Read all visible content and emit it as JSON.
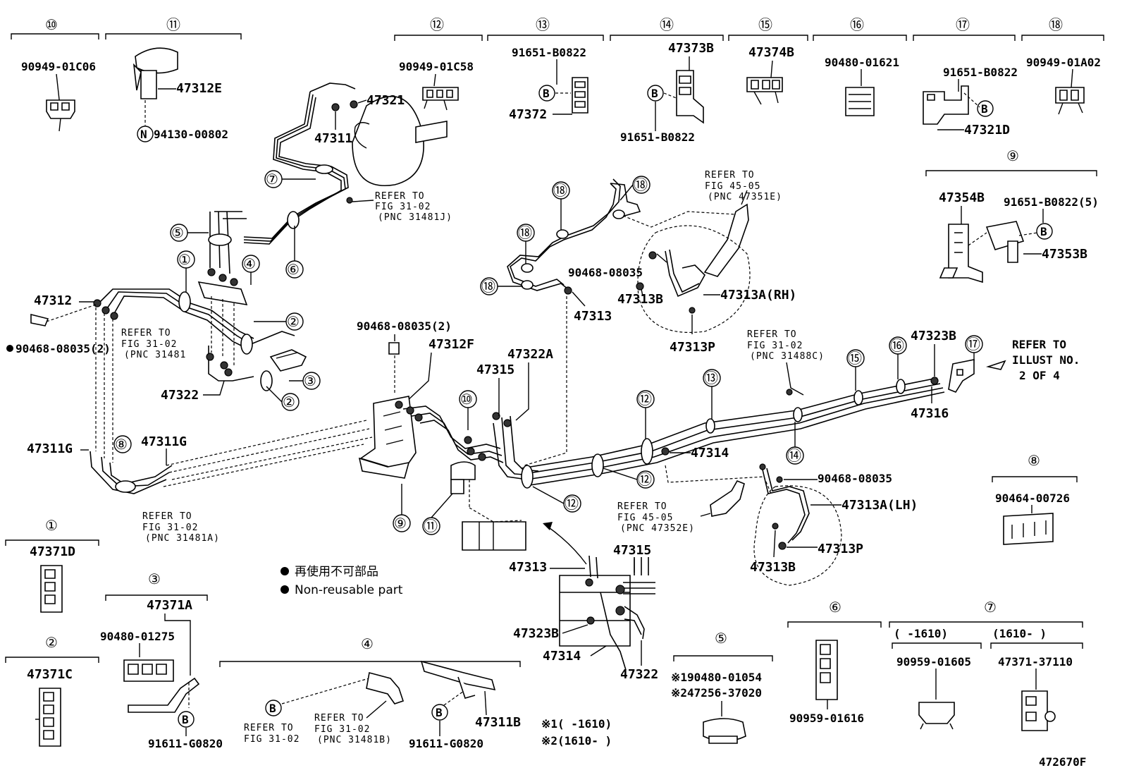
{
  "callouts": {
    "c1": "①",
    "c2": "②",
    "c3": "③",
    "c4": "④",
    "c5": "⑤",
    "c6": "⑥",
    "c7": "⑦",
    "c8": "⑧",
    "c9": "⑨",
    "c10": "⑩",
    "c11": "⑪",
    "c12": "⑫",
    "c13": "⑬",
    "c14": "⑭",
    "c15": "⑮",
    "c16": "⑯",
    "c17": "⑰",
    "c18": "⑱",
    "b": "B",
    "n": "N"
  },
  "parts": {
    "p90949_01C06": "90949-01C06",
    "p47312E": "47312E",
    "p94130_00802": "94130-00802",
    "p90949_01C58": "90949-01C58",
    "p91651_B0822": "91651-B0822",
    "p47372": "47372",
    "p47373B": "47373B",
    "p47374B": "47374B",
    "p90480_01621": "90480-01621",
    "p47321D": "47321D",
    "p90949_01A02": "90949-01A02",
    "p47321": "47321",
    "p47311": "47311",
    "p47354B": "47354B",
    "p91651_B0822_5": "91651-B0822(5)",
    "p47353B": "47353B",
    "p90468_08035": "90468-08035",
    "p90468_08035_2": "90468-08035(2)",
    "p90468_08035_2_np": "90468-08035(2)",
    "p47313B": "47313B",
    "p47313A_RH": "47313A(RH)",
    "p47313": "47313",
    "p47313P": "47313P",
    "p47312": "47312",
    "p47322": "47322",
    "p47312F": "47312F",
    "p47315": "47315",
    "p47322A": "47322A",
    "p47323B": "47323B",
    "p47316": "47316",
    "p47311G": "47311G",
    "p47314": "47314",
    "p47313A_LH": "47313A(LH)",
    "p90464_00726": "90464-00726",
    "p47371D": "47371D",
    "p47371C": "47371C",
    "p47371A": "47371A",
    "p90480_01275": "90480-01275",
    "p91611_G0820": "91611-G0820",
    "p47311B": "47311B",
    "p90480_01054": "※190480-01054",
    "p47256_37020": "※247256-37020",
    "p90959_01616": "90959-01616",
    "p90959_01605": "90959-01605",
    "p47371_37110": "47371-37110",
    "range_old": "(      -1610)",
    "range_new": "(1610-      )",
    "note1": "※1(     -1610)",
    "note2": "※2(1610-      )",
    "illus_id": "472670F"
  },
  "refs": {
    "refer_to": "REFER TO",
    "fig_31_02": "FIG 31-02",
    "fig_45_05": "FIG 45-05",
    "pnc_31481J": "(PNC 31481J)",
    "pnc_31481": "(PNC 31481",
    "pnc_31481A": "(PNC 31481A)",
    "pnc_31481B": "(PNC 31481B)",
    "pnc_31488C": "(PNC 31488C)",
    "pnc_47351E": "(PNC 47351E)",
    "pnc_47352E": "(PNC 47352E)",
    "illust_line1": "REFER TO",
    "illust_line2": "ILLUST NO.",
    "illust_line3": "2 OF 4"
  },
  "legend": {
    "jp": "再使用不可部品",
    "en": "Non-reusable part"
  }
}
